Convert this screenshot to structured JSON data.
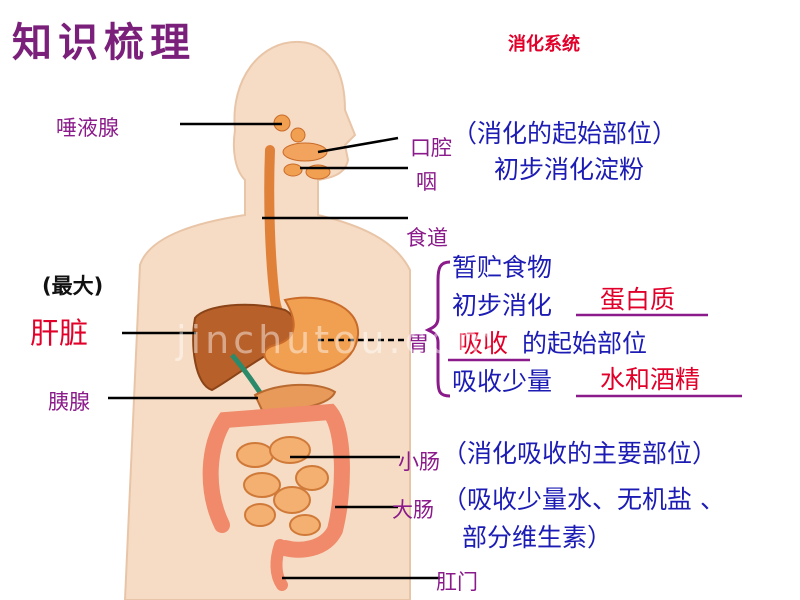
{
  "header": {
    "title": "知识梳理",
    "subtitle": "消化系统"
  },
  "labels": {
    "salivary_gland": "唾液腺",
    "mouth": "口腔",
    "pharynx": "咽",
    "esophagus": "食道",
    "largest": "(最大)",
    "liver": "肝脏",
    "stomach": "胃",
    "pancreas": "胰腺",
    "small_intestine": "小肠",
    "large_intestine": "大肠",
    "anus": "肛门"
  },
  "notes": {
    "mouth_note_1": "（消化的起始部位）",
    "mouth_note_2": "初步消化淀粉",
    "stomach_note_1": "暂贮食物",
    "stomach_note_2": "初步消化",
    "stomach_fill_2": "蛋白质",
    "stomach_fill_3": "吸收",
    "stomach_note_3": "的起始部位",
    "stomach_note_4": "吸收少量",
    "stomach_fill_4": "水和酒精",
    "small_intestine_note": "（消化吸收的主要部位）",
    "large_intestine_note_1": "（吸收少量水、无机盐 、",
    "large_intestine_note_2": "部分维生素）"
  },
  "watermark": "jinchutou.com",
  "colors": {
    "title": "#7a1f7a",
    "label_purple": "#8b1a8b",
    "note_blue": "#1c1cb4",
    "fill_red": "#e0002a",
    "body_skin": "#f6dcc5",
    "organ_orange": "#f0a050",
    "liver_brown": "#b8602a",
    "intestine_pink": "#f08a6a"
  }
}
